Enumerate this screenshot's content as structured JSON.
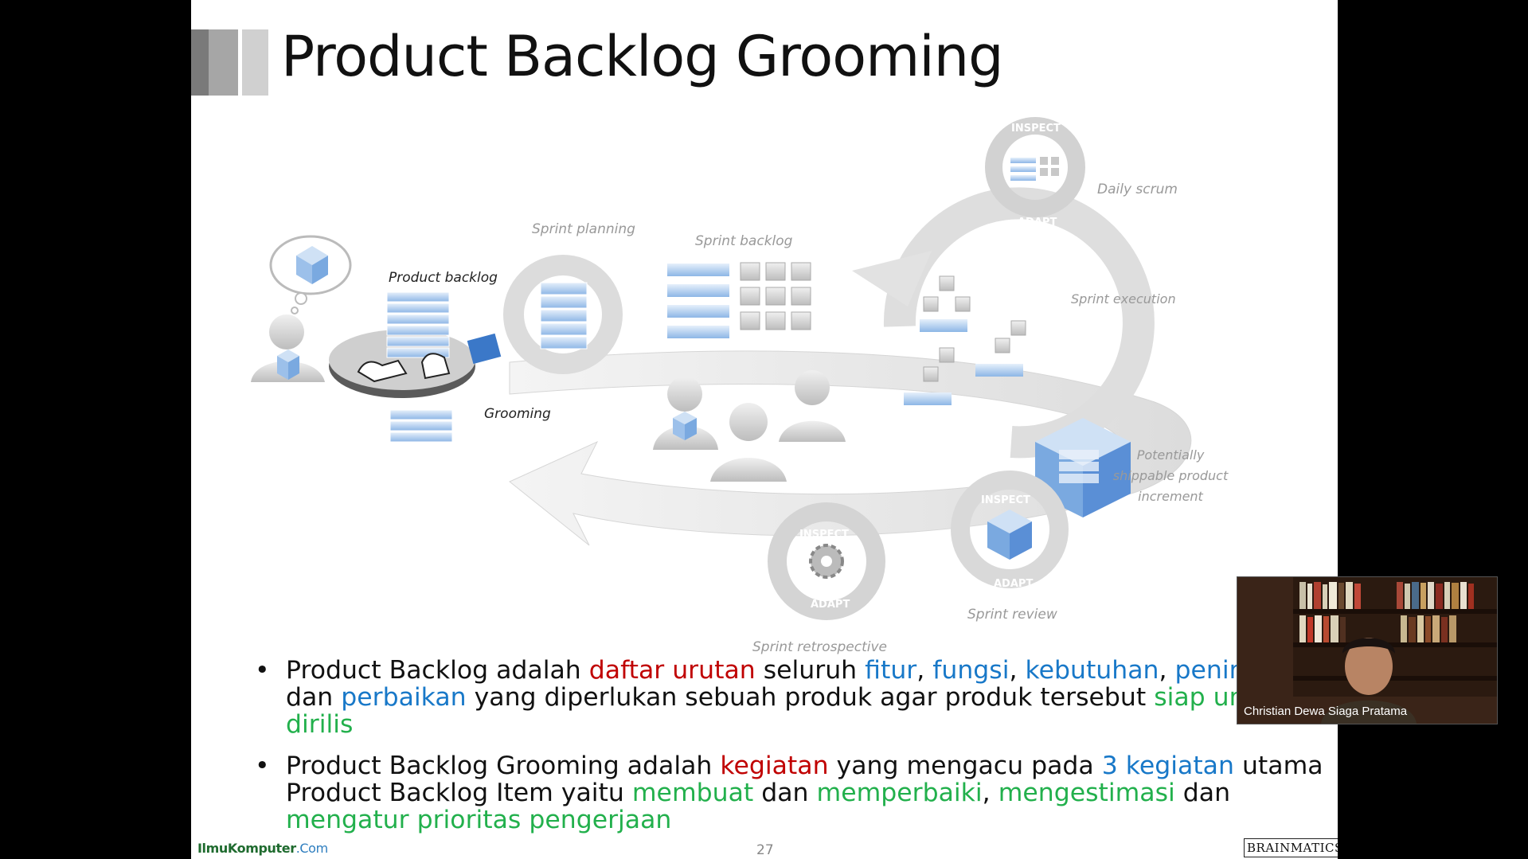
{
  "slide": {
    "title": "Product Backlog Grooming",
    "page_number": "27",
    "title_bar_colors": [
      "#7A7A7A",
      "#A6A6A6",
      "#D0D0D0"
    ]
  },
  "diagram": {
    "labels": {
      "product_backlog": "Product backlog",
      "grooming": "Grooming",
      "sprint_planning": "Sprint planning",
      "sprint_backlog": "Sprint backlog",
      "daily_scrum": "Daily scrum",
      "sprint_execution": "Sprint execution",
      "potentially_line1": "Potentially",
      "potentially_line2": "shippable product",
      "potentially_line3": "increment",
      "sprint_review": "Sprint review",
      "sprint_retrospective": "Sprint retrospective",
      "inspect": "INSPECT",
      "adapt": "ADAPT"
    }
  },
  "bullets": {
    "b1": {
      "p1": "Product Backlog adalah ",
      "r1": "daftar urutan",
      "p2": " seluruh ",
      "bl1": "fitur",
      "c1": ", ",
      "bl2": "fungsi",
      "c2": ", ",
      "bl3": "kebutuhan",
      "c3": ", ",
      "bl4": "peningkatan",
      "p3": " dan ",
      "bl5": "perbaikan",
      "p4": " yang diperlukan sebuah produk agar produk tersebut ",
      "g1": "siap untuk dirilis"
    },
    "b2": {
      "p1": "Product Backlog Grooming adalah ",
      "r1": "kegiatan",
      "p2": " yang mengacu pada ",
      "bl1": "3 kegiatan",
      "p3": " utama Product Backlog Item yaitu ",
      "g1": "membuat",
      "p4": " dan ",
      "g2": "memperbaiki",
      "c1": ", ",
      "g3": "mengestimasi",
      "p5": " dan ",
      "g4": "mengatur prioritas pengerjaan"
    },
    "colors": {
      "red": "#C00000",
      "blue": "#1878C8",
      "green": "#22B04C"
    }
  },
  "footer": {
    "logo_main": "IlmuKomputer",
    "logo_suffix": ".Com",
    "brand": "BRAINMATICS"
  },
  "video": {
    "participant_name": "Christian Dewa Siaga Pratama"
  }
}
